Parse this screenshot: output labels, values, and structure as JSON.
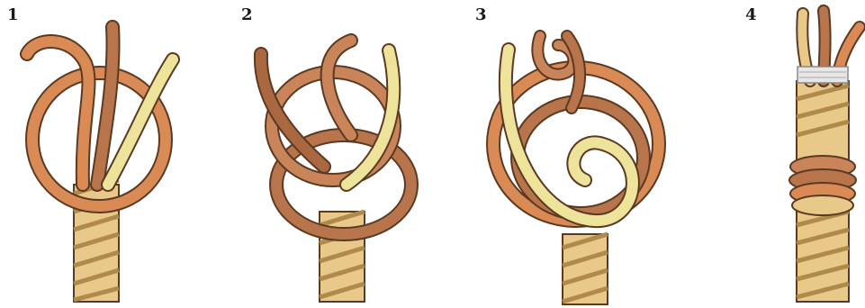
{
  "steps": [
    {
      "label": "1"
    },
    {
      "label": "2"
    },
    {
      "label": "3"
    },
    {
      "label": "4"
    }
  ],
  "colors": {
    "rope_light": "#e8c98a",
    "rope_dark": "#b08a4a",
    "strand_orange": "#d98a55",
    "strand_brown": "#b8744a",
    "strand_yellow": "#ede39a",
    "outline": "#5a3a22",
    "whipping": "#e6e6e6"
  }
}
